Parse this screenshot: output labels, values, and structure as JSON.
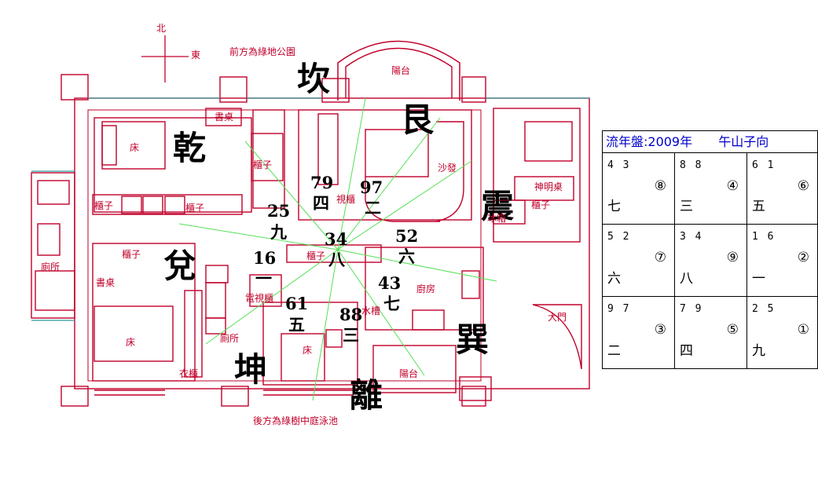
{
  "compass": {
    "north": "北",
    "east": "東"
  },
  "notes": {
    "front": "前方為綠地公園",
    "back": "後方為綠樹中庭泳池"
  },
  "trigrams": {
    "kan": "坎",
    "gen": "艮",
    "qian": "乾",
    "zhen": "震",
    "dui": "兌",
    "kun": "坤",
    "li": "離",
    "xun": "巽"
  },
  "rooms": {
    "balcony_top": "陽台",
    "desk1": "書桌",
    "bed1": "床",
    "cabinet1": "櫃子",
    "cabinet2": "櫃子",
    "cabinet3": "櫃子",
    "tv_cabinet": "視櫃",
    "sofa": "沙發",
    "altar": "神明桌",
    "cabinet4": "櫃子",
    "fridge": "冰箱",
    "toilet_left": "廁所",
    "cabinet5": "櫃子",
    "desk2": "書桌",
    "bed2": "床",
    "wardrobe1": "電視櫃",
    "toilet_mid": "廁所",
    "wardrobe2": "衣櫃",
    "cabinet6": "櫃子",
    "bed3": "床",
    "sink": "水槽",
    "kitchen": "廚房",
    "balcony_bottom": "陽台",
    "front_door": "大門"
  },
  "plan_stars": [
    {
      "id": "nw",
      "digits": "79",
      "cn": "四"
    },
    {
      "id": "n",
      "digits": "97",
      "cn": "二"
    },
    {
      "id": "w",
      "digits": "25",
      "cn": "九"
    },
    {
      "id": "c",
      "digits": "34",
      "cn": "八"
    },
    {
      "id": "ne",
      "digits": "52",
      "cn": "六"
    },
    {
      "id": "sw",
      "digits": "16",
      "cn": "一"
    },
    {
      "id": "e",
      "digits": "43",
      "cn": "七"
    },
    {
      "id": "s",
      "digits": "61",
      "cn": "五"
    },
    {
      "id": "se",
      "digits": "88",
      "cn": "三"
    }
  ],
  "chart": {
    "title": "流年盤:2009年",
    "orientation": "午山子向",
    "cells": [
      {
        "pair": "4 3",
        "circle": "⑧",
        "cn": "七"
      },
      {
        "pair": "8 8",
        "circle": "④",
        "cn": "三"
      },
      {
        "pair": "6 1",
        "circle": "⑥",
        "cn": "五"
      },
      {
        "pair": "5 2",
        "circle": "⑦",
        "cn": "六"
      },
      {
        "pair": "3 4",
        "circle": "⑨",
        "cn": "八"
      },
      {
        "pair": "1 6",
        "circle": "②",
        "cn": "一"
      },
      {
        "pair": "9 7",
        "circle": "③",
        "cn": "二"
      },
      {
        "pair": "7 9",
        "circle": "⑤",
        "cn": "四"
      },
      {
        "pair": "2 5",
        "circle": "①",
        "cn": "九"
      }
    ]
  }
}
